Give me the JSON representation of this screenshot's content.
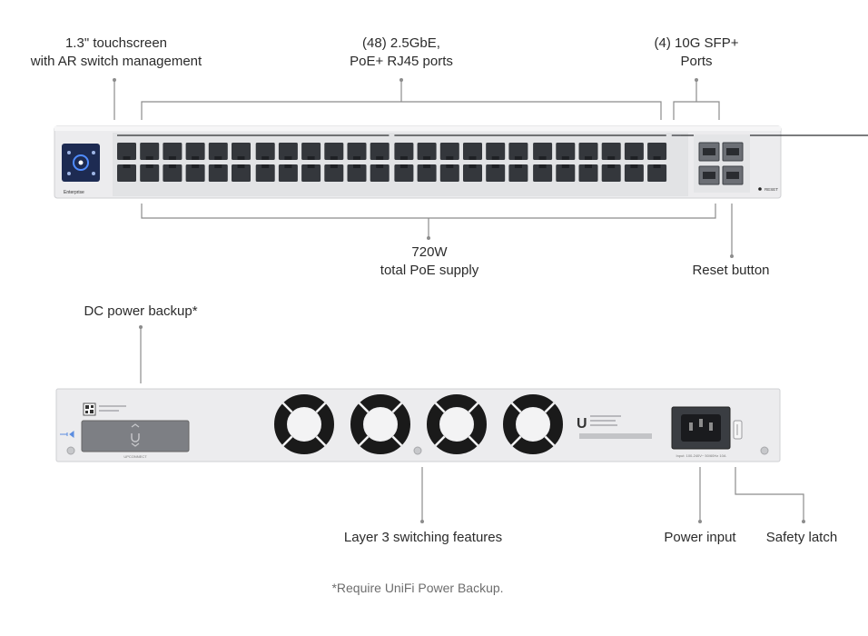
{
  "callouts": {
    "touchscreen": [
      "1.3\" touchscreen",
      "with AR switch management"
    ],
    "rj45_ports": [
      "(48) 2.5GbE,",
      "PoE+ RJ45 ports"
    ],
    "sfp_ports": [
      "(4) 10G SFP+",
      "Ports"
    ],
    "poe_budget": [
      "720W",
      "total PoE supply"
    ],
    "reset": "Reset button",
    "dc_backup": "DC power backup*",
    "layer3": "Layer 3 switching features",
    "power_input": "Power input",
    "safety_latch": "Safety latch"
  },
  "device": {
    "front_brand": "Enterprise",
    "reset_text": "RESET",
    "rj45_port_count": 48,
    "sfp_port_count": 4,
    "rear_fan_count": 4,
    "rear_bay_caption": "UPCONNECT",
    "rear_logo": "U",
    "rear_power_caption": "Input: 100-240V~ 50/60Hz 10A"
  },
  "footnote": "*Require UniFi Power Backup.",
  "colors": {
    "chassis": "#e8e8ea",
    "chassis_edge": "#cfd0d3",
    "port": "#34373c",
    "leader": "#8c8c8c",
    "fan": "#1a1a1a"
  }
}
